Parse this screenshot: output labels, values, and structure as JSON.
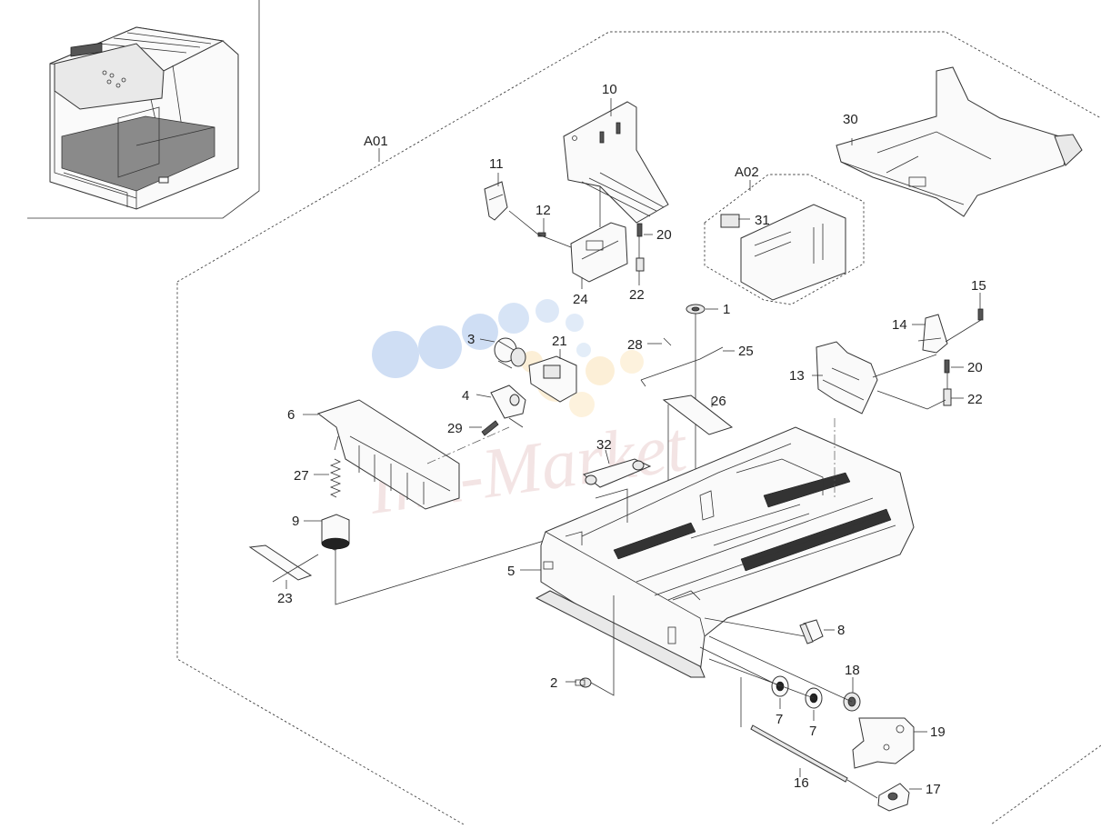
{
  "watermark": {
    "text": "Ink-Market",
    "color": "#c98a8a"
  },
  "groups": [
    {
      "id": "a01",
      "label": "A01"
    },
    {
      "id": "a02",
      "label": "A02"
    }
  ],
  "callouts": [
    {
      "id": "c1",
      "label": "1"
    },
    {
      "id": "c2",
      "label": "2"
    },
    {
      "id": "c3",
      "label": "3"
    },
    {
      "id": "c4",
      "label": "4"
    },
    {
      "id": "c5",
      "label": "5"
    },
    {
      "id": "c6",
      "label": "6"
    },
    {
      "id": "c7a",
      "label": "7"
    },
    {
      "id": "c7b",
      "label": "7"
    },
    {
      "id": "c8",
      "label": "8"
    },
    {
      "id": "c9",
      "label": "9"
    },
    {
      "id": "c10",
      "label": "10"
    },
    {
      "id": "c11",
      "label": "11"
    },
    {
      "id": "c12",
      "label": "12"
    },
    {
      "id": "c13",
      "label": "13"
    },
    {
      "id": "c14",
      "label": "14"
    },
    {
      "id": "c15",
      "label": "15"
    },
    {
      "id": "c16",
      "label": "16"
    },
    {
      "id": "c17",
      "label": "17"
    },
    {
      "id": "c18",
      "label": "18"
    },
    {
      "id": "c19",
      "label": "19"
    },
    {
      "id": "c20a",
      "label": "20"
    },
    {
      "id": "c20b",
      "label": "20"
    },
    {
      "id": "c21",
      "label": "21"
    },
    {
      "id": "c22a",
      "label": "22"
    },
    {
      "id": "c22b",
      "label": "22"
    },
    {
      "id": "c23",
      "label": "23"
    },
    {
      "id": "c24",
      "label": "24"
    },
    {
      "id": "c25",
      "label": "25"
    },
    {
      "id": "c26",
      "label": "26"
    },
    {
      "id": "c27",
      "label": "27"
    },
    {
      "id": "c28",
      "label": "28"
    },
    {
      "id": "c29",
      "label": "29"
    },
    {
      "id": "c30",
      "label": "30"
    },
    {
      "id": "c31",
      "label": "31"
    },
    {
      "id": "c32",
      "label": "32"
    }
  ]
}
